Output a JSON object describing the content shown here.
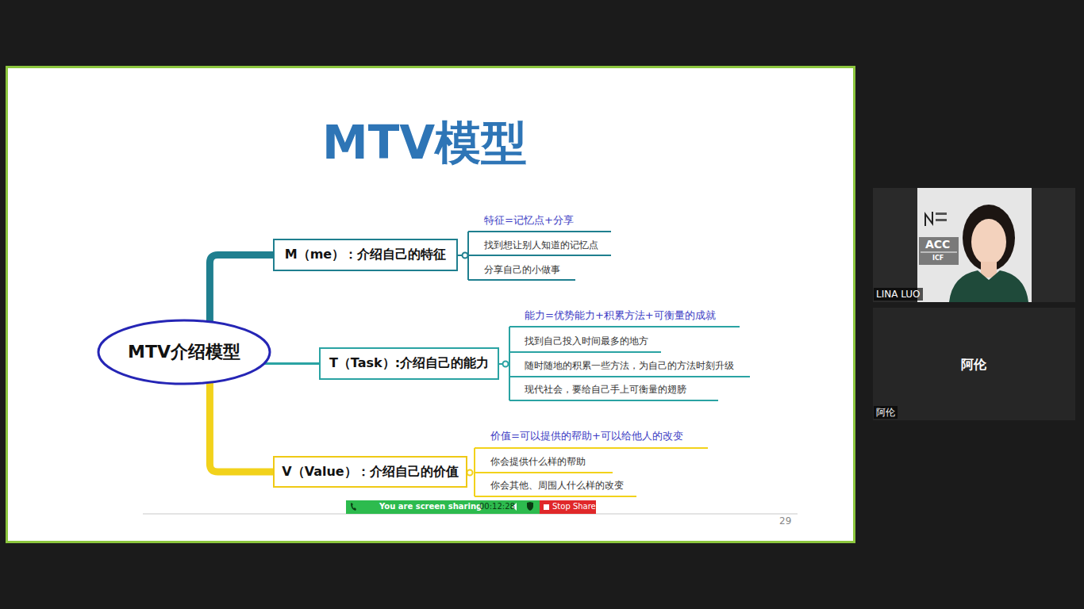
{
  "diagram": {
    "title": "MTV模型",
    "nodes": [
      {
        "text": [
          "MTV介绍模型"
        ]
      },
      {
        "text": [
          "M（me）：介绍自己的特征"
        ]
      },
      {
        "text": [
          "T（Task）:介绍自己的能力"
        ]
      },
      {
        "text": [
          "V（Value）：介绍自己的价值"
        ]
      }
    ],
    "edges": [
      {
        "from": 0,
        "to": 1,
        "arrow": "none"
      },
      {
        "from": 0,
        "to": 2,
        "arrow": "none"
      },
      {
        "from": 0,
        "to": 3,
        "arrow": "none"
      }
    ],
    "labels": [
      "特征=记忆点+分享",
      "找到想让别人知道的记忆点",
      "分享自己的小做事",
      "能力=优势能力+积累方法+可衡量的成就",
      "找到自己投入时间最多的地方",
      "随时随地的积累一些方法，为自己的方法时刻升级",
      "现代社会，要给自己手上可衡量的翅膀",
      "价值=可以提供的帮助+可以给他人的改变",
      "你会提供什么样的帮助",
      "你会其他、周围人什么样的改变",
      "29",
      "You are screen sharing",
      "00:12:28",
      "Stop Share",
      "ACC",
      "ICF",
      "LINA LUO",
      "阿伦",
      "阿伦"
    ]
  }
}
